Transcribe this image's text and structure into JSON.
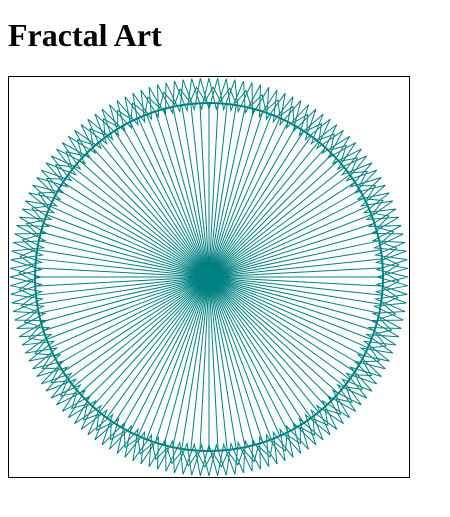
{
  "page": {
    "title": "Fractal Art"
  },
  "art": {
    "stroke_color": "#008080",
    "background_color": "#ffffff",
    "border_color": "#000000",
    "spoke_count": 120,
    "zigzag_peaks": 72
  }
}
